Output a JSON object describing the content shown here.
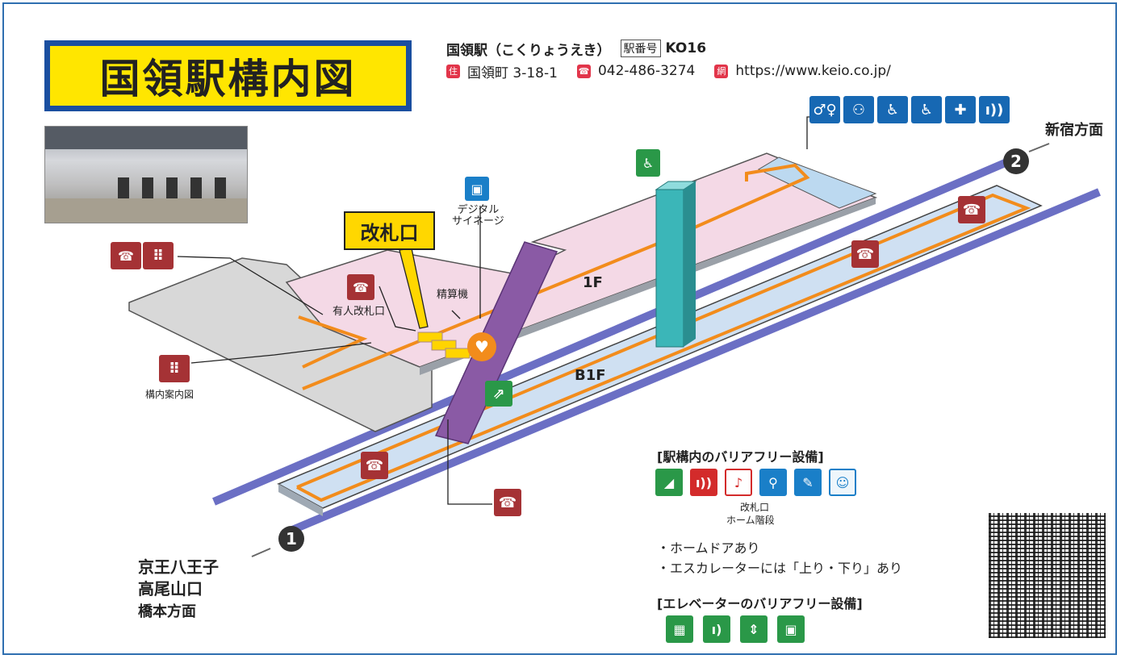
{
  "title": "国領駅構内図",
  "station": {
    "name_line": "国領駅（こくりょうえき）",
    "number_label": "駅番号",
    "number": "KO16",
    "address": "国領町 3-18-1",
    "phone": "042-486-3274",
    "url": "https://www.keio.co.jp/",
    "address_icon": "住",
    "phone_icon": "☎",
    "url_icon": "網"
  },
  "directions": {
    "shinjuku": "新宿方面",
    "hachioji_1": "京王八王子",
    "hachioji_2": "高尾山口",
    "hachioji_3": "橋本方面",
    "track1": "1",
    "track2": "2"
  },
  "floors": {
    "f1": "1F",
    "b1f": "B1F"
  },
  "labels": {
    "kaisatsu": "改札口",
    "digital_signage": "デジタル\nサイネージ",
    "seisanki": "精算機",
    "yujin_kaisatsu": "有人改札口",
    "konai_annai": "構内案内図"
  },
  "barrier_free": {
    "heading": "[駅構内のバリアフリー設備]",
    "note_icon_caption_1": "改札口",
    "note_icon_caption_2": "ホーム階段",
    "notes": [
      "・ホームドアあり",
      "・エスカレーターには「上り・下り」あり"
    ],
    "elevator_heading": "[エレベーターのバリアフリー設備]"
  },
  "colors": {
    "brand_blue": "#1a4fa0",
    "title_yellow": "#ffe600",
    "route_orange": "#f28c1c",
    "track_purple": "#6b6fc4",
    "concourse_pink": "#f4d9e6",
    "platform_blue": "#cfe0f2"
  }
}
